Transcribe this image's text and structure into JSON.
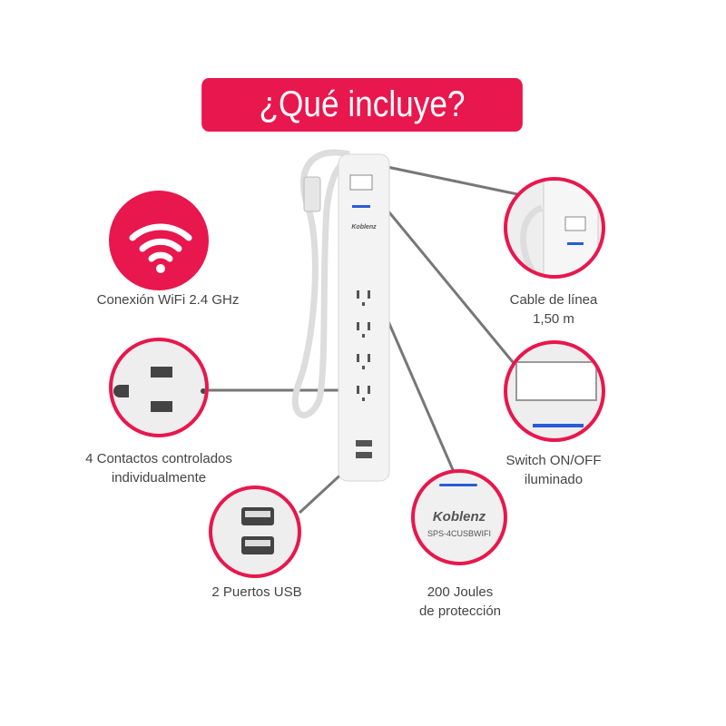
{
  "title": "¿Qué incluye?",
  "brand": "Koblenz",
  "model": "SPS-4CUSBWIFI",
  "features": {
    "wifi": "Conexión WiFi 2.4 GHz",
    "outlets_line1": "4 Contactos controlados",
    "outlets_line2": "individualmente",
    "usb": "2 Puertos USB",
    "joules_line1": "200 Joules",
    "joules_line2": "de protección",
    "cable_line1": "Cable de línea",
    "cable_line2": "1,50 m",
    "switch_line1": "Switch ON/OFF",
    "switch_line2": "iluminado"
  },
  "colors": {
    "accent": "#e8174d",
    "led": "#2a5bd7"
  }
}
